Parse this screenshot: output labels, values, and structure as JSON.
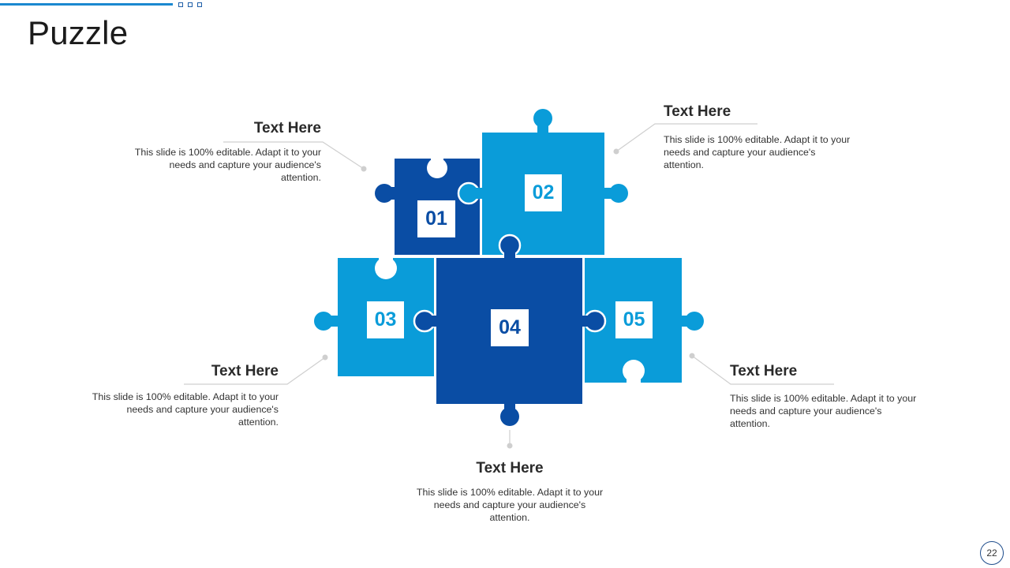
{
  "slide": {
    "title": "Puzzle",
    "page_number": "22"
  },
  "colors": {
    "dark_blue": "#0a4da4",
    "light_blue": "#0a9cd9",
    "accent_line": "#1a88d0",
    "connector_gray": "#cfcfcf"
  },
  "pieces": [
    {
      "number": "01",
      "color": "dark"
    },
    {
      "number": "02",
      "color": "light"
    },
    {
      "number": "03",
      "color": "light"
    },
    {
      "number": "04",
      "color": "dark"
    },
    {
      "number": "05",
      "color": "light"
    }
  ],
  "callouts": [
    {
      "heading": "Text Here",
      "body": "This slide is 100% editable. Adapt it to your needs and capture your audience's attention."
    },
    {
      "heading": "Text Here",
      "body": "This slide is 100% editable. Adapt it to your needs and capture your audience's attention."
    },
    {
      "heading": "Text Here",
      "body": "This slide is 100% editable. Adapt it to your needs and capture your audience's attention."
    },
    {
      "heading": "Text Here",
      "body": "This slide is 100% editable. Adapt it to your needs and capture your audience's attention."
    },
    {
      "heading": "Text Here",
      "body": "This slide is 100% editable. Adapt it to your needs and capture your audience's attention."
    }
  ]
}
